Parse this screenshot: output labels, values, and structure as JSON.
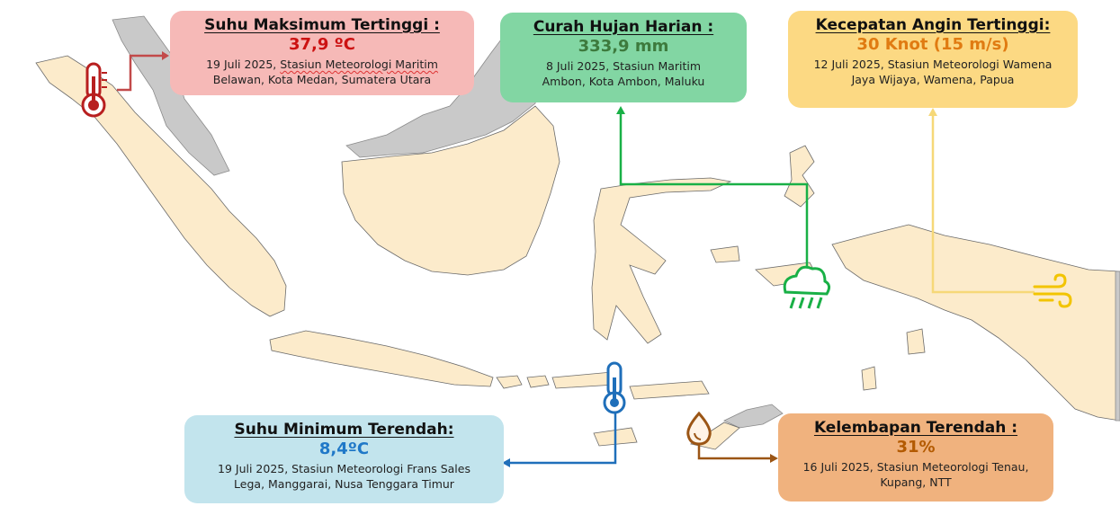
{
  "colors": {
    "land": "#fcebcb",
    "neighbor_land": "#c9c9c9",
    "max_accent": "#cc1212",
    "rain_accent": "#3d7a3d",
    "wind_accent": "#e07b12",
    "min_accent": "#1f78c8",
    "hum_accent": "#b35a00",
    "arrow_red": "#c24a4a",
    "arrow_green": "#19b046",
    "arrow_yellow": "#f6d878",
    "arrow_blue": "#1f6fba",
    "arrow_brown": "#9b5515"
  },
  "cards": {
    "max_temp": {
      "title": "Suhu Maksimum Tertinggi :",
      "value": "37,9 ºC",
      "date": "19 Juli 2025,",
      "station_line1": "Stasiun Meteorologi Maritim",
      "station_line2": "Belawan, Kota Medan, Sumatera Utara",
      "icon": "thermometer-hot-icon"
    },
    "rain": {
      "title": "Curah Hujan Harian :",
      "value": "333,9 mm",
      "line1": "8 Juli 2025, Stasiun Maritim",
      "line2": "Ambon, Kota Ambon, Maluku",
      "icon": "storm-cloud-icon"
    },
    "wind": {
      "title": "Kecepatan Angin Tertinggi:",
      "value": "30 Knot (15 m/s)",
      "line1": "12 Juli 2025, Stasiun Meteorologi Wamena",
      "line2": "Jaya Wijaya, Wamena, Papua",
      "icon": "wind-icon"
    },
    "min_temp": {
      "title": "Suhu Minimum Terendah:",
      "value": "8,4ºC",
      "line1": "19 Juli 2025, Stasiun Meteorologi Frans Sales",
      "line2": "Lega, Manggarai, Nusa Tenggara Timur",
      "icon": "thermometer-cold-icon"
    },
    "humidity": {
      "title": "Kelembapan Terendah :",
      "value": "31%",
      "line1": "16 Juli 2025, Stasiun Meteorologi Tenau,",
      "line2": "Kupang, NTT",
      "icon": "water-drop-icon"
    }
  }
}
